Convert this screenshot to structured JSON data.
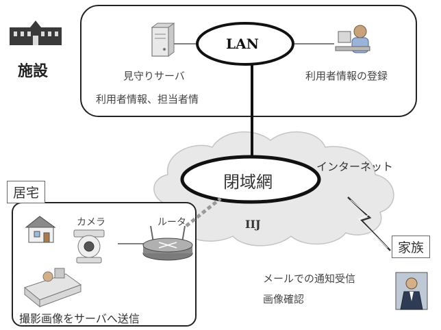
{
  "facility": {
    "label": "施設",
    "lan": "LAN",
    "server_label": "見守りサーバ",
    "server_data": "利用者情報、担当者情",
    "registration": "利用者情報の登録"
  },
  "network": {
    "closed_network": "閉域網",
    "internet": "インターネット",
    "provider": "IIJ"
  },
  "home": {
    "label": "居宅",
    "camera": "カメラ",
    "router": "ルータ",
    "caption": "撮影画像をサーバへ送信"
  },
  "family": {
    "label": "家族",
    "line1": "メールでの通知受信",
    "line2": "画像確認"
  },
  "colors": {
    "line": "#1a1a1a",
    "cloud_fill": "#e6e6e6",
    "cloud_stroke": "#bdbdbd"
  }
}
